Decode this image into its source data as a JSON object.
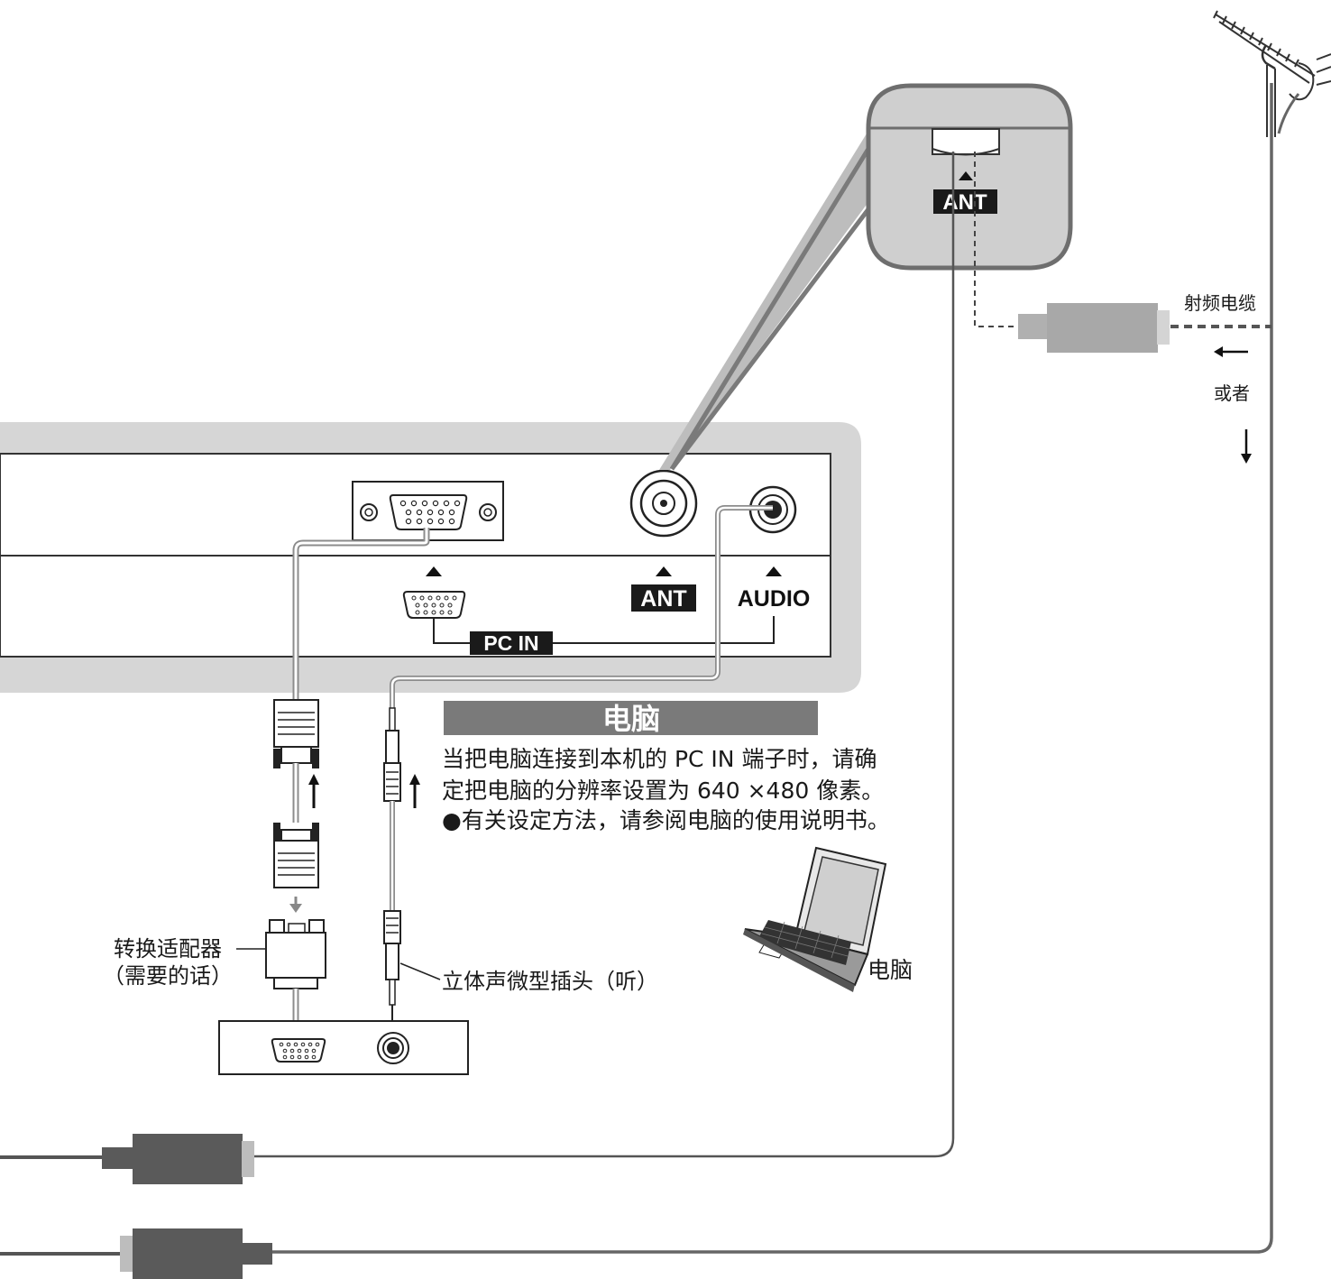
{
  "panel": {
    "ant_label": "ANT",
    "audio_label": "AUDIO",
    "pc_in_label": "PC IN"
  },
  "zoom": {
    "ant_label": "ANT"
  },
  "antenna_side": {
    "rf_cable_label": "射频电缆",
    "or_label": "或者"
  },
  "pc_section": {
    "header": "电脑",
    "line1": "当把电脑连接到本机的 PC IN 端子时，请确",
    "line2": "定把电脑的分辨率设置为 640 ×480 像素。",
    "line3": "●有关设定方法，请参阅电脑的使用说明书。",
    "computer_label": "电脑"
  },
  "adapter": {
    "line1": "转换适配器",
    "line2": "（需要的话）"
  },
  "stereo_plug_label": "立体声微型插头（听）",
  "colors": {
    "panel_shadow": "#d9d9d9",
    "cable_gray": "#8c8c8c",
    "dark_gray": "#5a5a5a",
    "label_bg": "#1a1a1a",
    "banner_gray": "#7a7a7a"
  }
}
